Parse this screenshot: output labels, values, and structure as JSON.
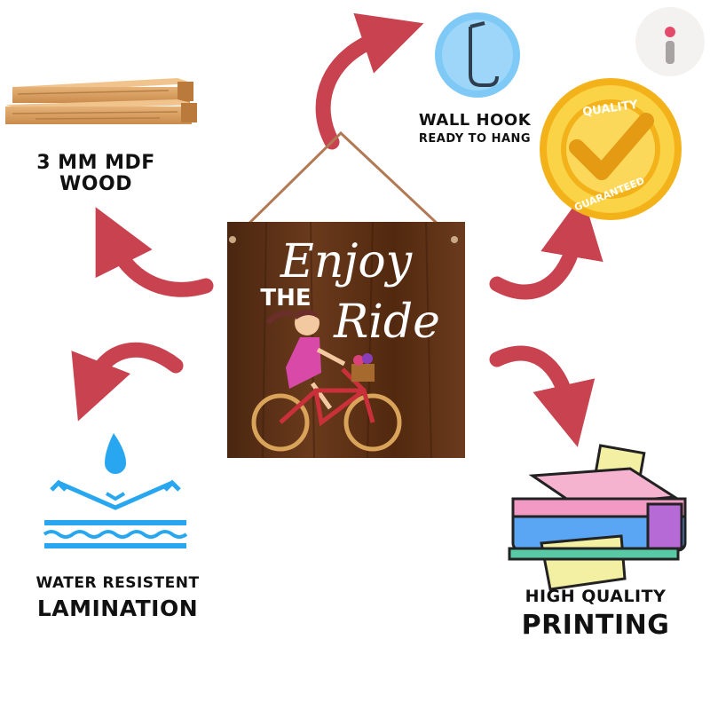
{
  "features": {
    "wood": {
      "line1": "3 MM MDF",
      "line2": "WOOD"
    },
    "hook": {
      "line1": "WALL HOOK",
      "line2": "READY TO HANG"
    },
    "water": {
      "line1": "WATER RESISTENT",
      "line2": "LAMINATION"
    },
    "print": {
      "line1": "HIGH QUALITY",
      "line2": "PRINTING"
    }
  },
  "badge": {
    "top": "QUALITY",
    "bottom": "GUARANTEED"
  },
  "sign": {
    "line1": "Enjoy",
    "line2": "THE",
    "line3": "Ride"
  },
  "colors": {
    "arrow": "#c9424f",
    "wood": "#5a3117",
    "badge_gold": "#f3b21a",
    "water_blue": "#28a7f0"
  }
}
